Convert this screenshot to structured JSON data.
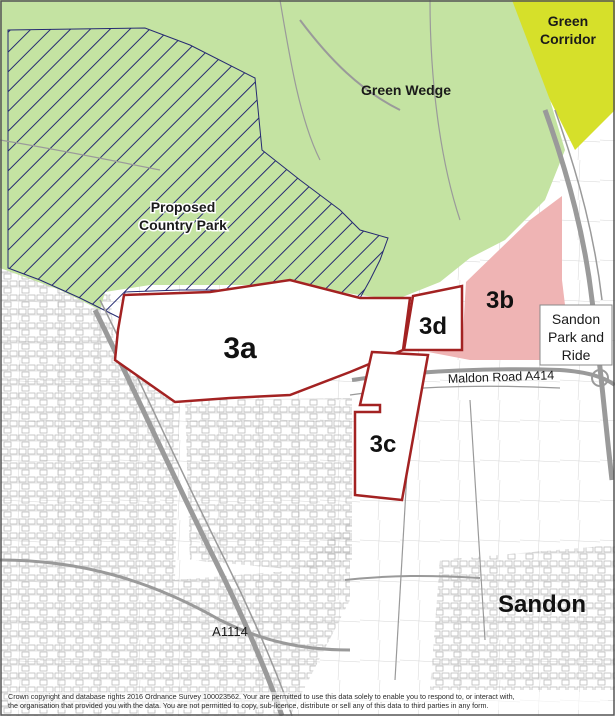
{
  "labels": {
    "green_corridor_line1": "Green",
    "green_corridor_line2": "Corridor",
    "green_wedge": "Green Wedge",
    "country_park_line1": "Proposed",
    "country_park_line2": "Country Park",
    "site_3a": "3a",
    "site_3b": "3b",
    "site_3c": "3c",
    "site_3d": "3d",
    "park_ride_line1": "Sandon",
    "park_ride_line2": "Park and",
    "park_ride_line3": "Ride",
    "maldon_road": "Maldon Road A414",
    "a1114": "A1114",
    "sandon": "Sandon"
  },
  "copyright": {
    "line1": "Crown copyright and database rights 2016 Ordnance Survey 100023562. Your are permitted to use this data solely to enable you to respond to, or interact with,",
    "line2": "the organisation that provided you with the data. You are not permitted to copy, sub-licence, distribute or sell any of this data to third parties in any form."
  },
  "colors": {
    "green_wedge": "#c4e3a2",
    "green_corridor": "#d6e02a",
    "site_3b": "#efb4b4",
    "site_outline": "#a32222",
    "hatch": "#262a72",
    "roads": "#9a9a9a"
  }
}
